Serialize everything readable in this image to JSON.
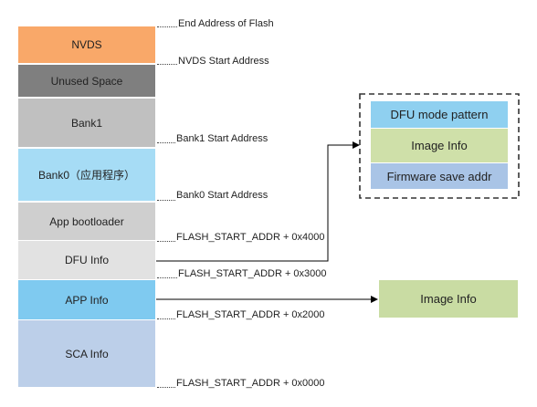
{
  "memory_map": {
    "blocks": [
      {
        "id": "nvds",
        "label": "NVDS",
        "color": "#f9a869"
      },
      {
        "id": "unused",
        "label": "Unused Space",
        "color": "#7f7f7f"
      },
      {
        "id": "bank1",
        "label": "Bank1",
        "color": "#c0c0c0"
      },
      {
        "id": "bank0",
        "label": "Bank0（应用程序）",
        "color": "#a6dcf5"
      },
      {
        "id": "app-bootloader",
        "label": "App bootloader",
        "color": "#cfcfcf"
      },
      {
        "id": "dfu-info",
        "label": "DFU Info",
        "color": "#e2e2e2"
      },
      {
        "id": "app-info",
        "label": "APP Info",
        "color": "#7fcaf0"
      },
      {
        "id": "sca-info",
        "label": "SCA Info",
        "color": "#bccfe9"
      }
    ],
    "addresses": [
      "End Address of Flash",
      "NVDS Start Address",
      "Bank1 Start Address",
      "Bank0 Start Address",
      "FLASH_START_ADDR + 0x4000",
      "FLASH_START_ADDR + 0x3000",
      "FLASH_START_ADDR + 0x2000",
      "FLASH_START_ADDR + 0x0000"
    ]
  },
  "dfu_info_detail": {
    "items": [
      {
        "label": "DFU mode pattern",
        "color": "#8fd0f0"
      },
      {
        "label": "Image Info",
        "color": "#cfe0a9"
      },
      {
        "label": "Firmware save addr",
        "color": "#a9c4e6"
      }
    ]
  },
  "app_info_detail": {
    "label": "Image Info",
    "color": "#c9dca3"
  },
  "colors": {
    "text": "#222222",
    "line": "#000000",
    "dashed_border": "#333333"
  }
}
